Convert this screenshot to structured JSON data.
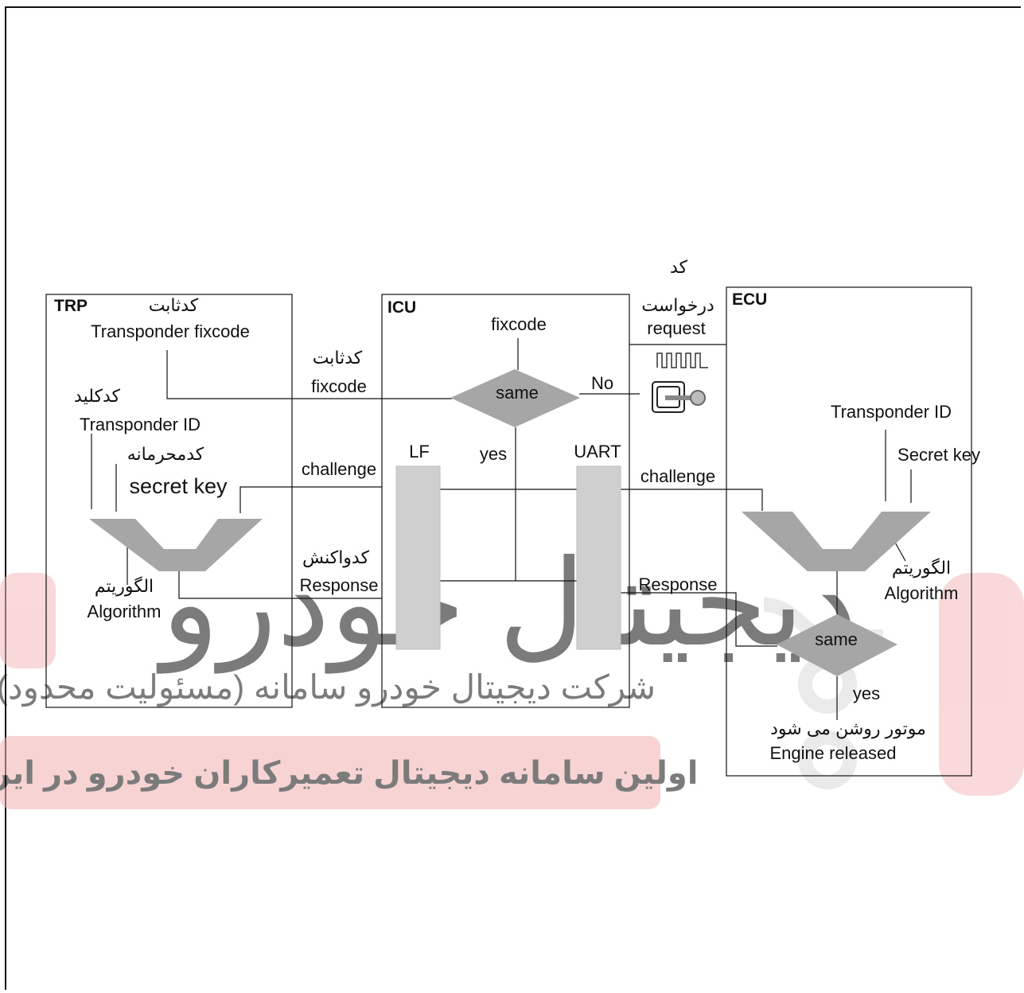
{
  "diagram": {
    "trp": {
      "title": "TRP",
      "fixcode_fa": "کدثابت",
      "fixcode_en": "Transponder fixcode",
      "id_fa": "کدکلید",
      "id_en": "Transponder ID",
      "secret_fa": "کدمحرمانه",
      "secret_en": "secret key",
      "algorithm_fa": "الگوریتم",
      "algorithm_en": "Algorithm"
    },
    "icu": {
      "title": "ICU",
      "fixcode": "fixcode",
      "same": "same",
      "no": "No",
      "yes": "yes",
      "lf": "LF",
      "uart": "UART"
    },
    "ecu": {
      "title": "ECU",
      "transponder_id": "Transponder ID",
      "secret_key": "Secret key",
      "algorithm_fa": "الگوریتم",
      "algorithm_en": "Algorithm",
      "same": "same",
      "yes": "yes",
      "engine_fa": "موتور روشن می شود",
      "engine_en": "Engine released"
    },
    "links": {
      "fixcode_fa": "کدثابت",
      "fixcode_en": "fixcode",
      "challenge_left": "challenge",
      "response_fa": "کدواکنش",
      "response_left": "Response",
      "request_fa_1": "کد",
      "request_fa_2": "درخواست",
      "request_en": "request",
      "challenge_right": "challenge",
      "response_right": "Response"
    },
    "watermark": {
      "brand": "دیجیتال خودرو",
      "company": "شرکت دیجیتال خودرو سامانه (مسئولیت محدود)",
      "slogan": "اولین سامانه دیجیتال تعمیرکاران خودرو در ایران"
    },
    "colors": {
      "line": "#111111",
      "shape_fill": "#a6a6a6",
      "watermark_red": "#e88a8a",
      "watermark_grey": "#cfcfcf"
    }
  }
}
